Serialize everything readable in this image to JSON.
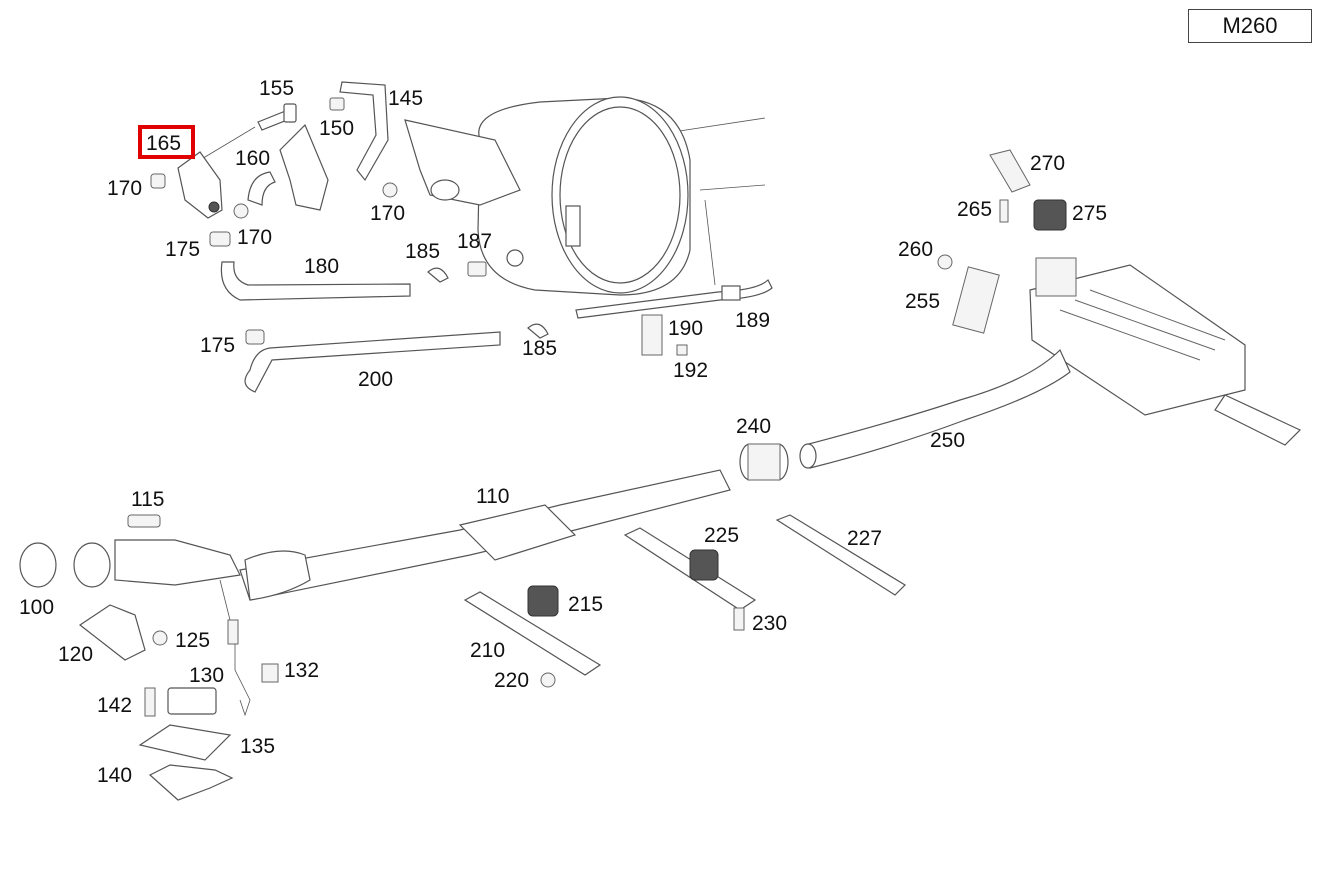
{
  "diagram": {
    "model_code": "M260",
    "highlighted_part": "165",
    "highlight_color": "#e00000",
    "parts": [
      {
        "id": "p165",
        "label": "165"
      },
      {
        "id": "p155",
        "label": "155"
      },
      {
        "id": "p145",
        "label": "145"
      },
      {
        "id": "p150",
        "label": "150"
      },
      {
        "id": "p160",
        "label": "160"
      },
      {
        "id": "p170a",
        "label": "170"
      },
      {
        "id": "p170b",
        "label": "170"
      },
      {
        "id": "p170c",
        "label": "170"
      },
      {
        "id": "p175a",
        "label": "175"
      },
      {
        "id": "p185a",
        "label": "185"
      },
      {
        "id": "p187",
        "label": "187"
      },
      {
        "id": "p180",
        "label": "180"
      },
      {
        "id": "p175b",
        "label": "175"
      },
      {
        "id": "p200",
        "label": "200"
      },
      {
        "id": "p185b",
        "label": "185"
      },
      {
        "id": "p190",
        "label": "190"
      },
      {
        "id": "p189",
        "label": "189"
      },
      {
        "id": "p192",
        "label": "192"
      },
      {
        "id": "p270",
        "label": "270"
      },
      {
        "id": "p265",
        "label": "265"
      },
      {
        "id": "p275",
        "label": "275"
      },
      {
        "id": "p260",
        "label": "260"
      },
      {
        "id": "p255",
        "label": "255"
      },
      {
        "id": "p240",
        "label": "240"
      },
      {
        "id": "p250",
        "label": "250"
      },
      {
        "id": "p115",
        "label": "115"
      },
      {
        "id": "p110",
        "label": "110"
      },
      {
        "id": "p225",
        "label": "225"
      },
      {
        "id": "p227",
        "label": "227"
      },
      {
        "id": "p100",
        "label": "100"
      },
      {
        "id": "p125",
        "label": "125"
      },
      {
        "id": "p120",
        "label": "120"
      },
      {
        "id": "p215",
        "label": "215"
      },
      {
        "id": "p230",
        "label": "230"
      },
      {
        "id": "p130",
        "label": "130"
      },
      {
        "id": "p132",
        "label": "132"
      },
      {
        "id": "p210",
        "label": "210"
      },
      {
        "id": "p142",
        "label": "142"
      },
      {
        "id": "p220",
        "label": "220"
      },
      {
        "id": "p135",
        "label": "135"
      },
      {
        "id": "p140",
        "label": "140"
      }
    ]
  }
}
